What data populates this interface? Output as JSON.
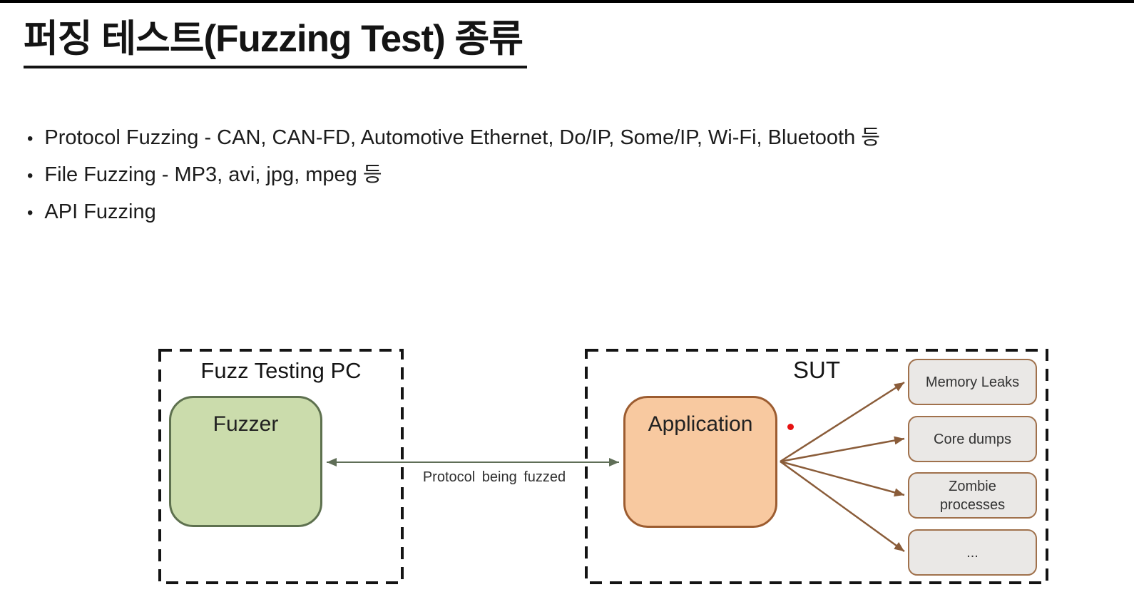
{
  "slide": {
    "title": "퍼징 테스트(Fuzzing Test) 종류",
    "bullets": [
      "Protocol Fuzzing - CAN, CAN-FD, Automotive Ethernet, Do/IP, Some/IP, Wi-Fi, Bluetooth 등",
      "File Fuzzing - MP3, avi, jpg, mpeg 등",
      "API Fuzzing"
    ],
    "bullet_marker": "•"
  },
  "diagram": {
    "fuzz_pc_group": {
      "label": "Fuzz Testing PC",
      "node_label": "Fuzzer"
    },
    "sut_group": {
      "label": "SUT",
      "node_label": "Application"
    },
    "link_label": "Protocol being fuzzed",
    "outcomes": [
      "Memory Leaks",
      "Core dumps",
      "Zombie processes",
      "..."
    ],
    "colors": {
      "fuzzer_fill": "#cbdcac",
      "fuzzer_border": "#5e714f",
      "application_fill": "#f8c9a0",
      "application_border": "#9c5c30",
      "outcome_fill": "#eae8e6",
      "outcome_border": "#a0714c",
      "fan_arrow": "#8a5c39",
      "protocol_arrow": "#5f6e57",
      "dashed_border": "#141414",
      "laser_dot": "#e61212"
    }
  }
}
